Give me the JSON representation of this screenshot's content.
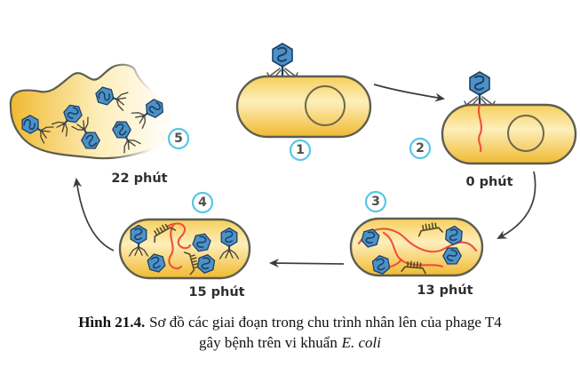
{
  "figure": {
    "caption_label": "Hình 21.4.",
    "caption_text": "Sơ đồ các giai đoạn trong chu trình nhân lên của phage T4",
    "caption_line2": "gây bệnh trên vi khuẩn",
    "caption_species": "E. coli"
  },
  "stages": [
    {
      "number": "1",
      "time": ""
    },
    {
      "number": "2",
      "time": "0 phút"
    },
    {
      "number": "3",
      "time": "13 phút"
    },
    {
      "number": "4",
      "time": "15 phút"
    },
    {
      "number": "5",
      "time": "22 phút"
    }
  ],
  "colors": {
    "goldTop": "#f7d05c",
    "goldHi": "#fdeebb",
    "goldLo": "#f0ba30",
    "cellOutline": "#5d5d52",
    "nucleoidOutline": "#70664a",
    "phageBlue": "#4b92c8",
    "phageDark": "#1e3f63",
    "legDark": "#4d463a",
    "attachLeg": "#5b5b52",
    "tailBrown": "#564c28",
    "dnaRed": "#ef5038",
    "circleCyan": "#57c7e6",
    "numberGray": "#4f4f4f",
    "labelDark": "#2e2e2e",
    "arrowDark": "#3c3c3c",
    "captionDark": "#111111"
  }
}
